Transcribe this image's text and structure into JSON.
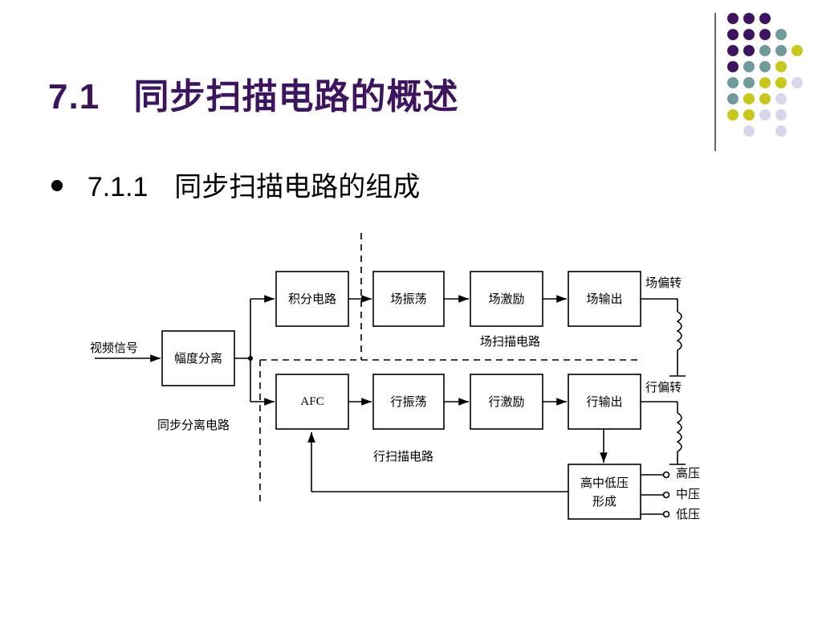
{
  "title": {
    "number": "7.1",
    "text": "同步扫描电路的概述"
  },
  "subheading": {
    "number": "7.1.1",
    "text": "同步扫描电路的组成"
  },
  "diagram": {
    "labels": {
      "video_signal": "视频信号",
      "amplitude_separation": "幅度分离",
      "sync_separation_circuit": "同步分离电路",
      "integral_circuit": "积分电路",
      "field_oscillator": "场振荡",
      "field_driver": "场激励",
      "field_output": "场输出",
      "field_scan_circuit": "场扫描电路",
      "field_deflection": "场偏转",
      "afc": "AFC",
      "line_oscillator": "行振荡",
      "line_driver": "行激励",
      "line_output": "行输出",
      "line_scan_circuit": "行扫描电路",
      "line_deflection": "行偏转",
      "hv_mv_lv_formation_line1": "高中低压",
      "hv_mv_lv_formation_line2": "形成",
      "high_voltage": "高压",
      "medium_voltage": "中压",
      "low_voltage": "低压"
    }
  },
  "decor": {
    "colors": {
      "purple": "#3d145f",
      "teal": "#6f9b9b",
      "yellow": "#c8c81a",
      "lavender": "#d8d6ea"
    }
  }
}
